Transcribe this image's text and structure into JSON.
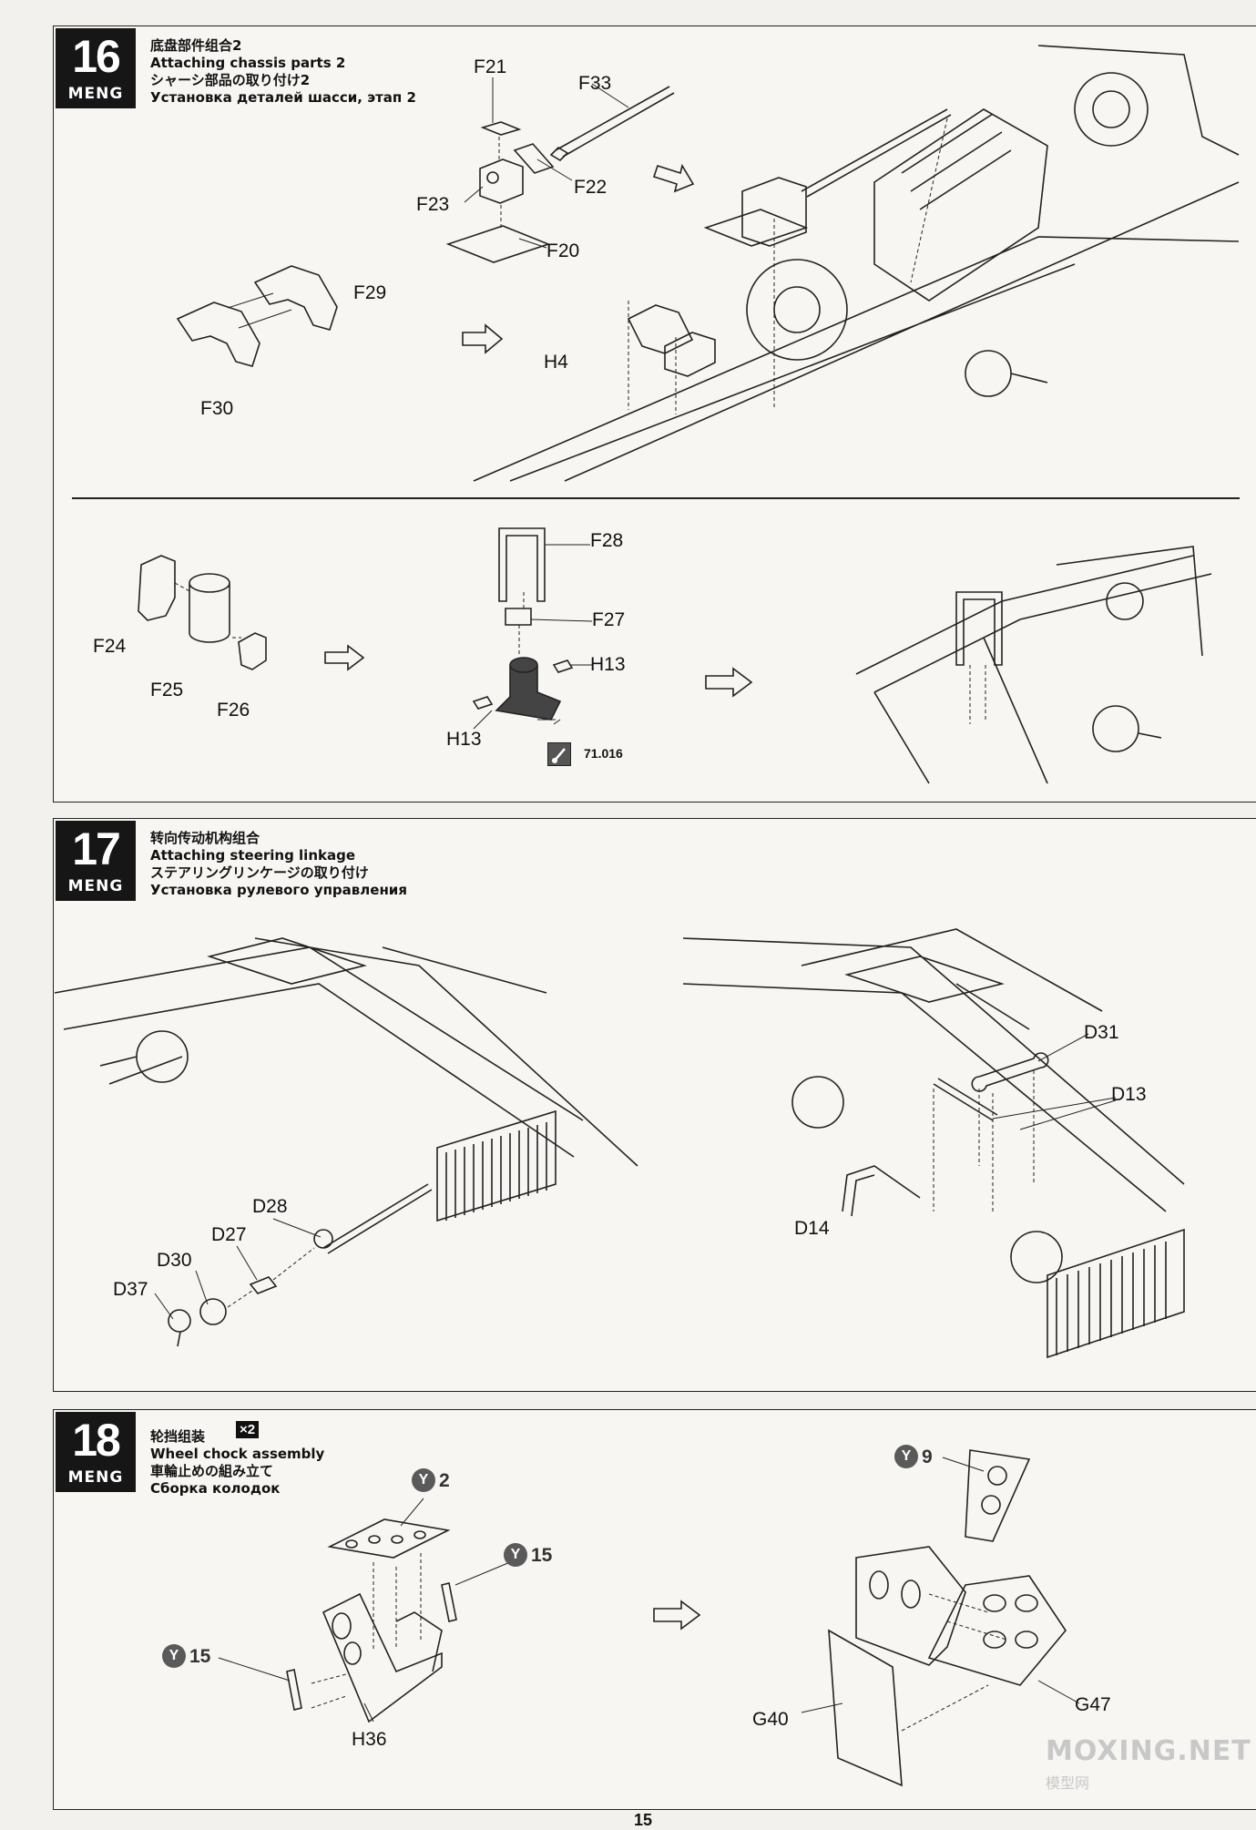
{
  "brand": "MENG",
  "step16": {
    "number": "16",
    "title_zh": "底盘部件组合2",
    "title_en": "Attaching chassis parts 2",
    "title_ja": "シャーシ部品の取り付け2",
    "title_ru": "Установка деталей шасси, этап 2",
    "parts_top": [
      "F21",
      "F33",
      "F22",
      "F23",
      "F20",
      "F29",
      "F30",
      "H4"
    ],
    "parts_bottom": [
      "F28",
      "F27",
      "F24",
      "H13",
      "F25",
      "F26",
      "H13"
    ],
    "paint_code": "71.016"
  },
  "step17": {
    "number": "17",
    "title_zh": "转向传动机构组合",
    "title_en": "Attaching steering linkage",
    "title_ja": "ステアリングリンケージの取り付け",
    "title_ru": "Установка рулевого управления",
    "parts": [
      "D28",
      "D27",
      "D30",
      "D37",
      "D31",
      "D13",
      "D14"
    ]
  },
  "step18": {
    "number": "18",
    "title_zh": "轮挡组装",
    "title_en": "Wheel chock assembly",
    "title_ja": "車輪止めの組み立て",
    "title_ru": "Сборка колодок",
    "quantity": "×2",
    "y_marker": "Y",
    "y_parts": [
      "2",
      "15",
      "15",
      "9"
    ],
    "parts": [
      "H36",
      "G40",
      "G47"
    ]
  },
  "page_number": "15",
  "watermark": {
    "text": "MOXING.NET",
    "subtext": "模型网"
  }
}
